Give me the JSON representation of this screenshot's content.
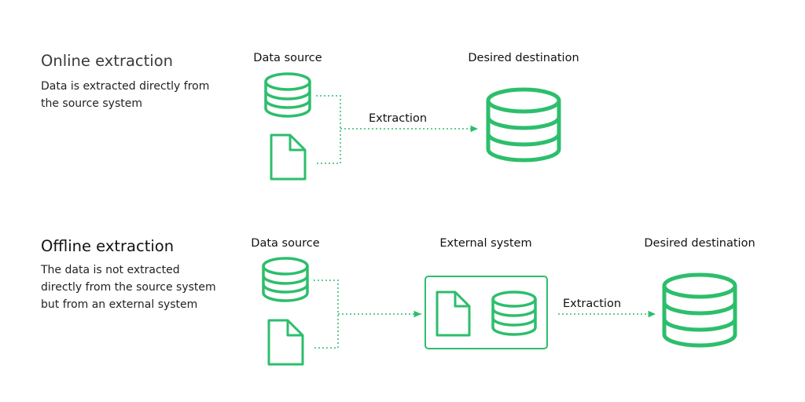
{
  "colors": {
    "accent": "#2dbe6c",
    "title_online": "#3a3a3a",
    "title_offline": "#111111"
  },
  "online": {
    "title": "Online extraction",
    "description": "Data is extracted directly from the source system",
    "source_label": "Data source",
    "destination_label": "Desired destination",
    "arrow_label": "Extraction",
    "icons": [
      "database-icon",
      "document-icon",
      "database-icon"
    ]
  },
  "offline": {
    "title": "Offline extraction",
    "description": "The data is not extracted directly from the source system but from an external system",
    "source_label": "Data source",
    "external_label": "External system",
    "destination_label": "Desired destination",
    "arrow_label": "Extraction",
    "icons": [
      "database-icon",
      "document-icon",
      "document-icon",
      "database-icon",
      "database-icon"
    ]
  }
}
